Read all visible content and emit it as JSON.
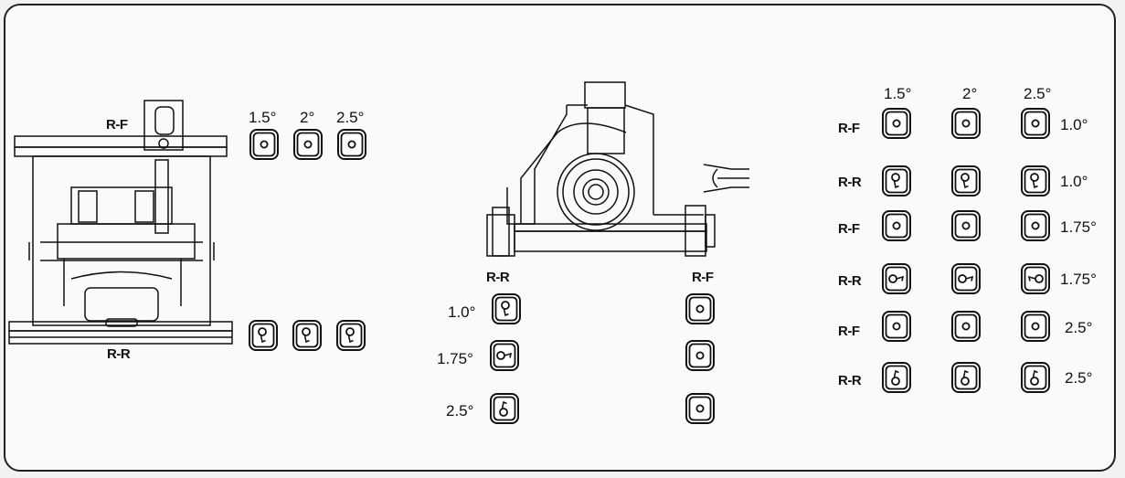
{
  "left_view": {
    "top_label": "R-F",
    "bottom_label": "R-R",
    "top_angles": [
      "1.5°",
      "2°",
      "2.5°"
    ]
  },
  "middle_view": {
    "label_left": "R-R",
    "label_right": "R-F",
    "row_angles": [
      "1.0°",
      "1.75°",
      "2.5°"
    ]
  },
  "right_table": {
    "column_headers": [
      "1.5°",
      "2°",
      "2.5°"
    ],
    "rows": [
      {
        "label": "R-F",
        "angle": "1.0°",
        "insert_type": "round"
      },
      {
        "label": "R-R",
        "angle": "1.0°",
        "insert_type": "offset-down"
      },
      {
        "label": "R-F",
        "angle": "1.75°",
        "insert_type": "round"
      },
      {
        "label": "R-R",
        "angle": "1.75°",
        "insert_type": "offset-side"
      },
      {
        "label": "R-F",
        "angle": "2.5°",
        "insert_type": "round"
      },
      {
        "label": "R-R",
        "angle": "2.5°",
        "insert_type": "offset-up"
      }
    ]
  },
  "icons": {
    "round": "round-insert-icon",
    "offset_down": "offset-down-insert-icon",
    "offset_side": "offset-side-insert-icon",
    "offset_up": "offset-up-insert-icon"
  }
}
